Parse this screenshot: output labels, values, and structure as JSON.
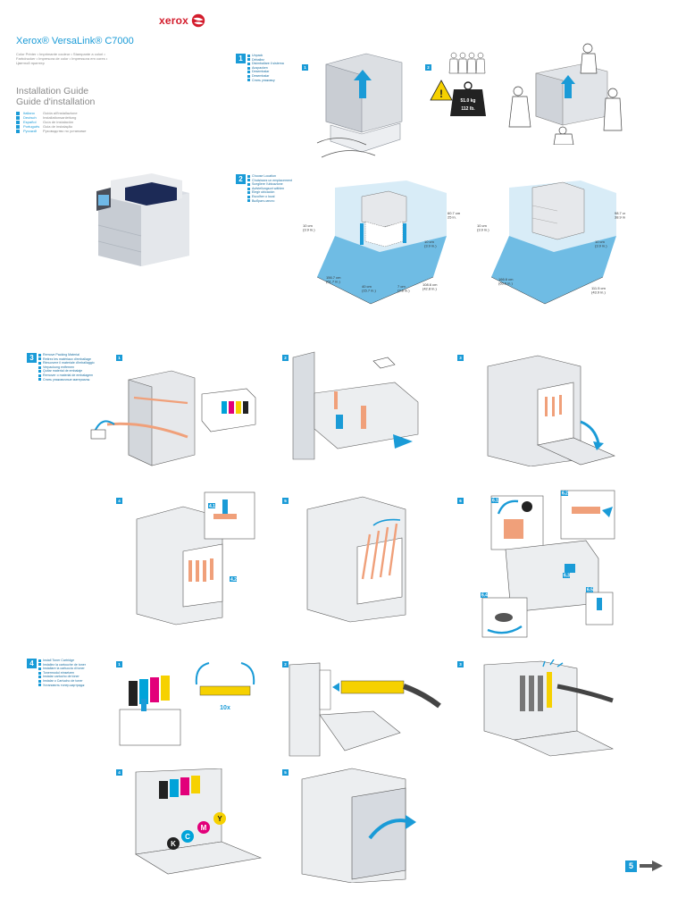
{
  "brand": {
    "logo_text": "xerox"
  },
  "product": {
    "title": "Xerox® VersaLink® C7000",
    "subtitle_lines": [
      "Color Printer • Imprimante couleur • Stampante a colori •",
      "Farbdrucker • Impresora de color • Impressora em cores •",
      "Цветной принтер"
    ]
  },
  "guide": {
    "title_en": "Installation Guide",
    "title_fr": "Guide d'installation",
    "languages": [
      {
        "name": "Italiano",
        "text": "Guida all'installazione"
      },
      {
        "name": "Deutsch",
        "text": "Installationsanleitung"
      },
      {
        "name": "Español",
        "text": "Guía de instalación"
      },
      {
        "name": "Português",
        "text": "Guia de instalação"
      },
      {
        "name": "Русский",
        "text": "Руководство по установке"
      }
    ]
  },
  "steps": [
    {
      "number": "1",
      "items": [
        "Unpack",
        "Déballez",
        "Disimballare il sistema",
        "Auspacken",
        "Desembalar",
        "Desembalar",
        "Снять упаковку"
      ]
    },
    {
      "number": "2",
      "items": [
        "Choose Location",
        "Choisissez un emplacement",
        "Scegliere l'ubicazione",
        "Aufstellungsort wählen",
        "Elegir ubicación",
        "Escolher o local",
        "Выбрать место"
      ]
    },
    {
      "number": "3",
      "items": [
        "Remove Packing Material",
        "Retirez les matériaux d'emballage",
        "Rimuovere il materiale d'imballaggio",
        "Verpackung entfernen",
        "Quitar material de embalaje",
        "Remover o material de embalagem",
        "Снять упаковочные материалы"
      ]
    },
    {
      "number": "4",
      "items": [
        "Install Toner Cartridge",
        "Installez la cartouche de toner",
        "Installare la cartuccia di toner",
        "Tonermodul einsetzen",
        "Instalar cartucho de tóner",
        "Instalar o Cartucho de toner",
        "Установить тонер-картридж"
      ]
    }
  ],
  "weight": {
    "kg": "51.0 kg",
    "lb": "112 lb."
  },
  "dims_left": {
    "left": "10 cm\n(3.9 in.)",
    "right": "10 cm\n(3.9 in.)",
    "height": "60.7 cm\n25 in.",
    "front_left": "156.7 cm\n(61.7 in.)",
    "front_mid": "40 cm\n(15.7 in.)",
    "front_small": "7 cm\n(2.8 in.)",
    "depth": "108.6 cm\n(42.8 in.)"
  },
  "dims_right": {
    "left": "10 cm\n(3.9 in.)",
    "right": "10 cm\n(3.9 in.)",
    "height": "98.7 cm\n38.9 in.",
    "front_left": "166.6 cm\n(65.6 in.)",
    "depth": "111.5 cm\n(43.9 in.)"
  },
  "panel_numbers": [
    "1",
    "2",
    "1",
    "2",
    "3",
    "4",
    "5",
    "6",
    "1",
    "2",
    "3",
    "4",
    "5"
  ],
  "sub_labels": [
    "6.1",
    "6.2",
    "6.3",
    "6.4",
    "6.5",
    "4.1",
    "4.2"
  ],
  "toner_labels": {
    "k": "K",
    "c": "C",
    "m": "M",
    "y": "Y",
    "shake": "10x"
  },
  "next_step": "5",
  "colors": {
    "accent": "#1a9bd7",
    "brand_red": "#d31c2c",
    "cyan": "#00a3d9",
    "magenta": "#e2007a",
    "yellow": "#f6d100",
    "black": "#222222"
  }
}
